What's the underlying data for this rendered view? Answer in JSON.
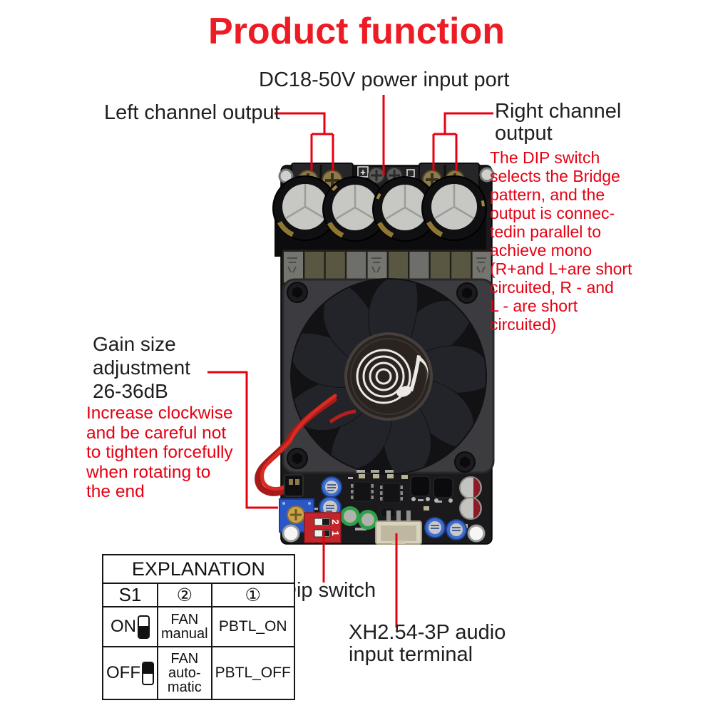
{
  "title": "Product function",
  "colors": {
    "annotation_red": "#e60012",
    "title_red": "#ed1c24",
    "text_black": "#1f1f1f",
    "pcb_black": "#161618",
    "dip_switch_red": "#c5242b",
    "potentiometer_blue": "#2a57c8"
  },
  "annotations": {
    "power_input": "DC18-50V power input port",
    "left_channel": "Left channel output",
    "right_channel": "Right channel\noutput",
    "dip_note": "The DIP switch\nselects the Bridge\npattern, and the\noutput is connec-\ntedin parallel to\nachieve mono\n(R+and L+are short\n circuited, R - and\nL - are short\ncircuited)",
    "gain_black": "Gain size\nadjustment\n26-36dB",
    "gain_red": "Increase clockwise\nand be careful not\nto tighten forcefully\nwhen rotating to\nthe end",
    "dip_switch": "Dip switch",
    "audio_input": "XH2.54-3P audio\ninput terminal"
  },
  "table": {
    "header": "EXPLANATION",
    "columns": [
      "S1",
      "②",
      "①"
    ],
    "rows": [
      {
        "state": "ON",
        "fan": "FAN\nmanual",
        "pbtl": "PBTL_ON"
      },
      {
        "state": "OFF",
        "fan": "FAN\nauto-\nmatic",
        "pbtl": "PBTL_OFF"
      }
    ]
  },
  "board": {
    "power_plus": "+",
    "dip_num_top": "2",
    "dip_num_bottom": "1"
  }
}
